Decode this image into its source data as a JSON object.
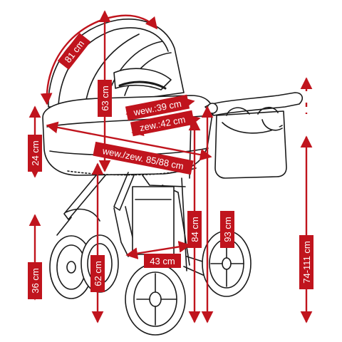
{
  "colors": {
    "accent": "#c0141d",
    "line_art": "#1a1a1a",
    "background": "#ffffff",
    "label_text": "#ffffff"
  },
  "dimensions": {
    "hood_arc": "81 cm",
    "hood_height": "63 cm",
    "carrycot_depth": "24 cm",
    "inner_width": "wew.:39 cm",
    "outer_width": "zew.:42 cm",
    "carrycot_length": "wew./zew. 85/88 cm",
    "seat_height": "36 cm",
    "frame_height": "62 cm",
    "wheelbase": "43 cm",
    "overall_height_low": "84 cm",
    "overall_height_high": "93 cm",
    "handle_height": "74-111 cm"
  }
}
